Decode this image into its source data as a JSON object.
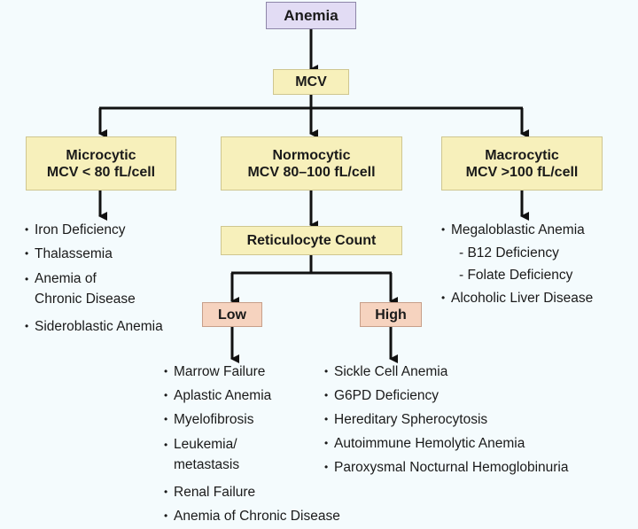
{
  "root": {
    "label": "Anemia"
  },
  "mcv": {
    "label": "MCV"
  },
  "categories": {
    "microcytic": {
      "title": "Microcytic",
      "range": "MCV < 80 fL/cell"
    },
    "normocytic": {
      "title": "Normocytic",
      "range": "MCV 80–100 fL/cell"
    },
    "macrocytic": {
      "title": "Macrocytic",
      "range": "MCV >100 fL/cell"
    }
  },
  "microcytic_causes": [
    "Iron Deficiency",
    "Thalassemia",
    "Anemia of",
    "Chronic Disease",
    "Sideroblastic Anemia"
  ],
  "macrocytic_causes": [
    "Megaloblastic Anemia",
    "- B12 Deficiency",
    "- Folate Deficiency",
    "Alcoholic Liver Disease"
  ],
  "reticulocyte": {
    "label": "Reticulocyte Count"
  },
  "low": {
    "label": "Low"
  },
  "high": {
    "label": "High"
  },
  "low_causes": [
    "Marrow Failure",
    "Aplastic Anemia",
    "Myelofibrosis",
    "Leukemia/",
    "metastasis",
    "Renal Failure",
    "Anemia of Chronic Disease"
  ],
  "high_causes": [
    "Sickle Cell Anemia",
    "G6PD Deficiency",
    "Hereditary Spherocytosis",
    "Autoimmune Hemolytic Anemia",
    "Paroxysmal Nocturnal Hemoglobinuria"
  ],
  "colors": {
    "root_fill": "#e2dcf4",
    "node_fill": "#f7f0bb",
    "branch_fill": "#f6d3bf",
    "arrow": "#111111",
    "background": "#f4fbfd"
  }
}
